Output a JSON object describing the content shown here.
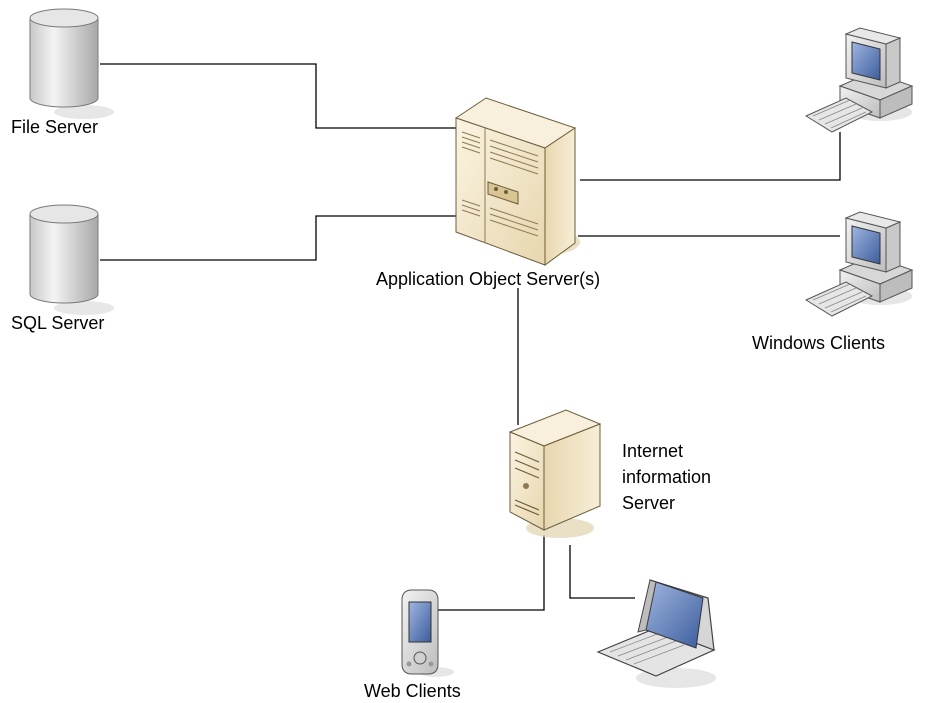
{
  "nodes": {
    "file_server": "File Server",
    "sql_server": "SQL Server",
    "app_server": "Application Object Server(s)",
    "windows_clients": "Windows Clients",
    "iis": [
      "Internet",
      "information",
      "Server"
    ],
    "web_clients": "Web Clients"
  },
  "icons": {
    "file_server": "database-cylinder-icon",
    "sql_server": "database-cylinder-icon",
    "app_server": "server-cabinet-icon",
    "windows_clients": "desktop-computer-icon",
    "iis": "tower-server-icon",
    "web_clients": [
      "pda-icon",
      "laptop-icon"
    ]
  },
  "colors": {
    "server_beige": "#f3e6c6",
    "cylinder_gray": "#d9d9d9",
    "screen_blue": "#5f7fbf",
    "line": "#000000"
  }
}
